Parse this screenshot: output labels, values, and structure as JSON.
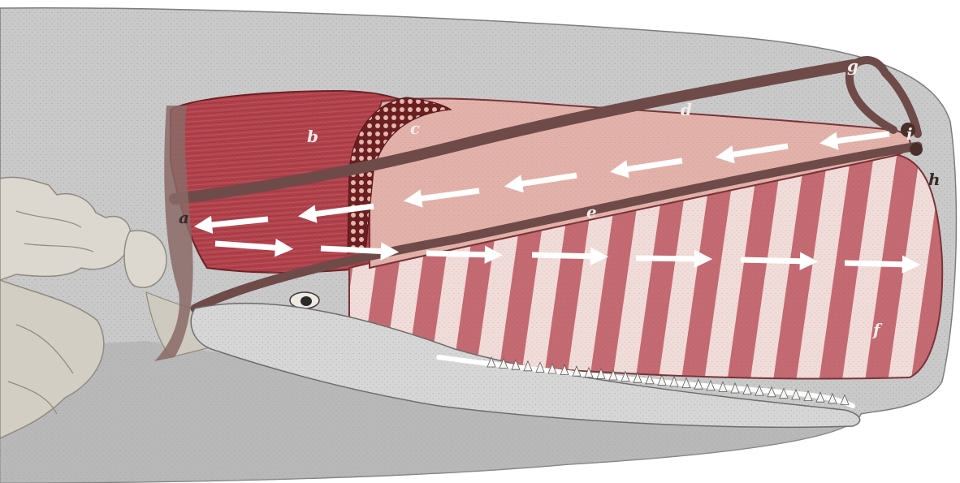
{
  "diagram": {
    "colors": {
      "background": "#ffffff",
      "head_skin": "#c9c9c9",
      "head_shadow": "#a9a9a9",
      "muscle": "#b2424c",
      "spermaceti_organ": "#e2b2aa",
      "junk_stripe_dark": "#c46a72",
      "junk_stripe_light": "#f0dcd8",
      "nasal_passage": "#6e4b48",
      "skeleton": "#dcd8cf",
      "arrow": "#ffffff"
    },
    "labels": {
      "a": "a",
      "b": "b",
      "c": "c",
      "d": "d",
      "e": "e",
      "f": "f",
      "g": "g",
      "h": "h",
      "i": "i"
    },
    "flow_arrows": {
      "upper_direction": "backward",
      "lower_direction": "forward"
    }
  }
}
